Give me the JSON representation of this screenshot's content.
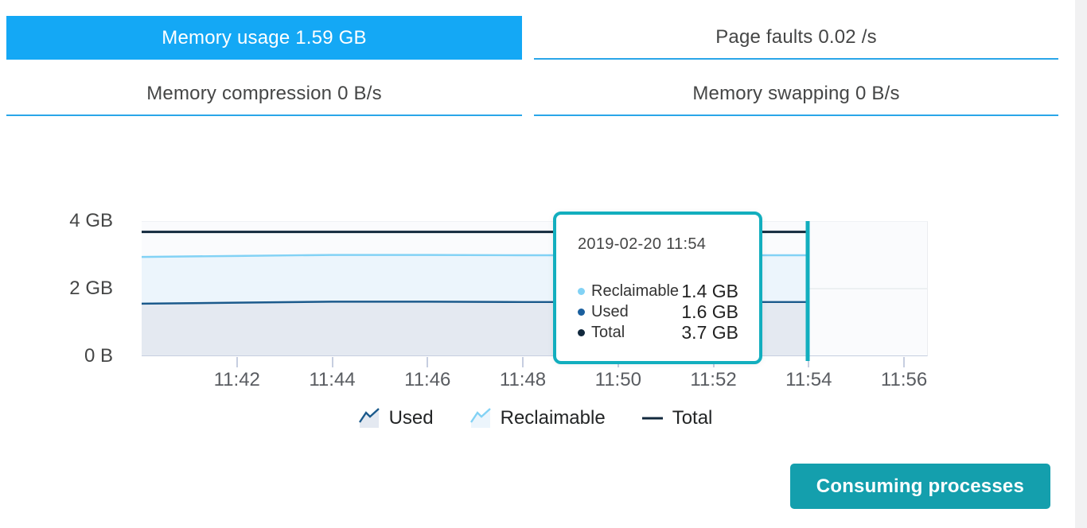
{
  "tabs": [
    {
      "label": "Memory usage 1.59 GB",
      "active": true
    },
    {
      "label": "Page faults 0.02 /s",
      "active": false
    },
    {
      "label": "Memory compression 0 B/s",
      "active": false
    },
    {
      "label": "Memory swapping 0 B/s",
      "active": false
    }
  ],
  "chart_data": {
    "type": "area",
    "title": "Memory usage",
    "x": [
      "11:40",
      "11:42",
      "11:44",
      "11:46",
      "11:48",
      "11:50",
      "11:52",
      "11:54"
    ],
    "series": [
      {
        "name": "Used",
        "unit": "GB",
        "values": [
          1.55,
          1.58,
          1.61,
          1.61,
          1.6,
          1.6,
          1.6,
          1.6
        ]
      },
      {
        "name": "Reclaimable",
        "unit": "GB",
        "stacked_on": "Used",
        "values": [
          1.4,
          1.4,
          1.4,
          1.4,
          1.4,
          1.4,
          1.4,
          1.4
        ]
      },
      {
        "name": "Total",
        "unit": "GB",
        "values": [
          3.7,
          3.7,
          3.7,
          3.7,
          3.7,
          3.7,
          3.7,
          3.7
        ]
      }
    ],
    "x_ticks": [
      "11:42",
      "11:44",
      "11:46",
      "11:48",
      "11:50",
      "11:52",
      "11:54",
      "11:56"
    ],
    "y_ticks": [
      {
        "label": "0 B",
        "value": 0
      },
      {
        "label": "2 GB",
        "value": 2
      },
      {
        "label": "4 GB",
        "value": 4
      }
    ],
    "x_domain": [
      "11:40",
      "11:56:30"
    ],
    "y_domain": [
      0,
      4
    ],
    "grid": "horizontal",
    "legend_position": "bottom",
    "hover_time": "11:54"
  },
  "tooltip": {
    "title": "2019-02-20 11:54",
    "rows": [
      {
        "label": "Reclaimable",
        "value": "1.4 GB"
      },
      {
        "label": "Used",
        "value": "1.6 GB"
      },
      {
        "label": "Total",
        "value": "3.7 GB"
      }
    ]
  },
  "legend": {
    "items": [
      {
        "label": "Used"
      },
      {
        "label": "Reclaimable"
      },
      {
        "label": "Total"
      }
    ]
  },
  "button": {
    "label": "Consuming processes"
  },
  "colors": {
    "accent_blue": "#14a8f5",
    "tab_underline": "#2aa6e9",
    "teal": "#12aebe",
    "button_teal": "#149fad",
    "used_line": "#1b5a8c",
    "used_dot": "#1a5f9e",
    "used_fill": "#e4e9f1",
    "reclaimable_line": "#82d2f5",
    "reclaimable_fill": "#ecf5fc",
    "total_line": "#12293d",
    "plot_bg": "#fafbfd",
    "grid": "#e8ecef",
    "axis_line": "#c6cee0"
  }
}
